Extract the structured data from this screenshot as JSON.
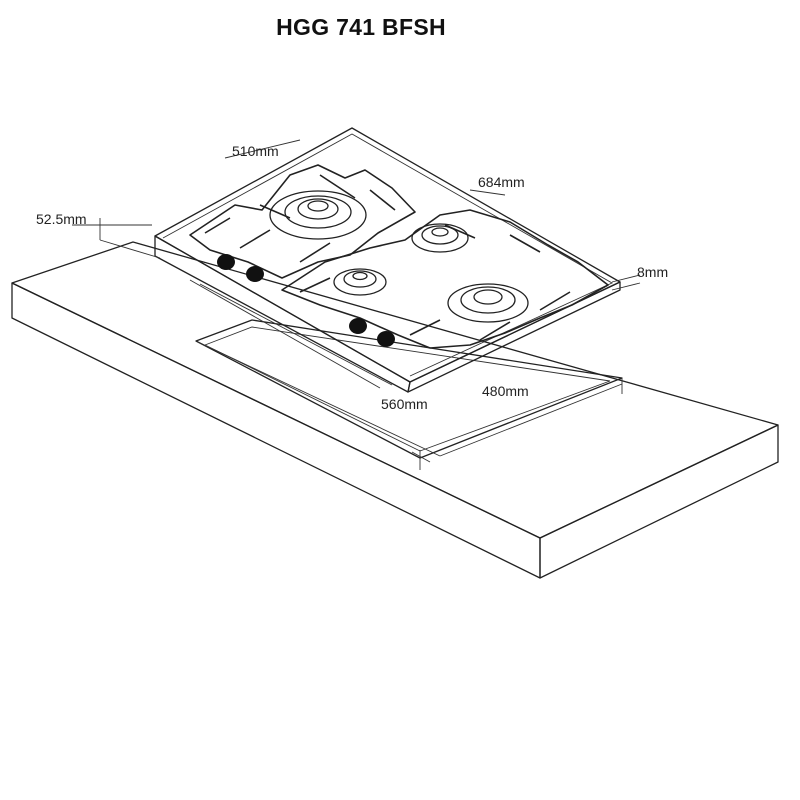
{
  "title": "HGG 741 BFSH",
  "dimensions": {
    "width": "510mm",
    "length": "684mm",
    "height": "52.5mm",
    "glass": "8mm",
    "cutout_length": "560mm",
    "cutout_width": "480mm"
  },
  "parts": {
    "countertop": "countertop",
    "cutout": "cutout",
    "hob": "hob",
    "burners": [
      "wok-burner",
      "large-burner",
      "medium-burner-back",
      "small-burner-front"
    ],
    "knobs": [
      "knob-1",
      "knob-2",
      "knob-3",
      "knob-4"
    ]
  }
}
